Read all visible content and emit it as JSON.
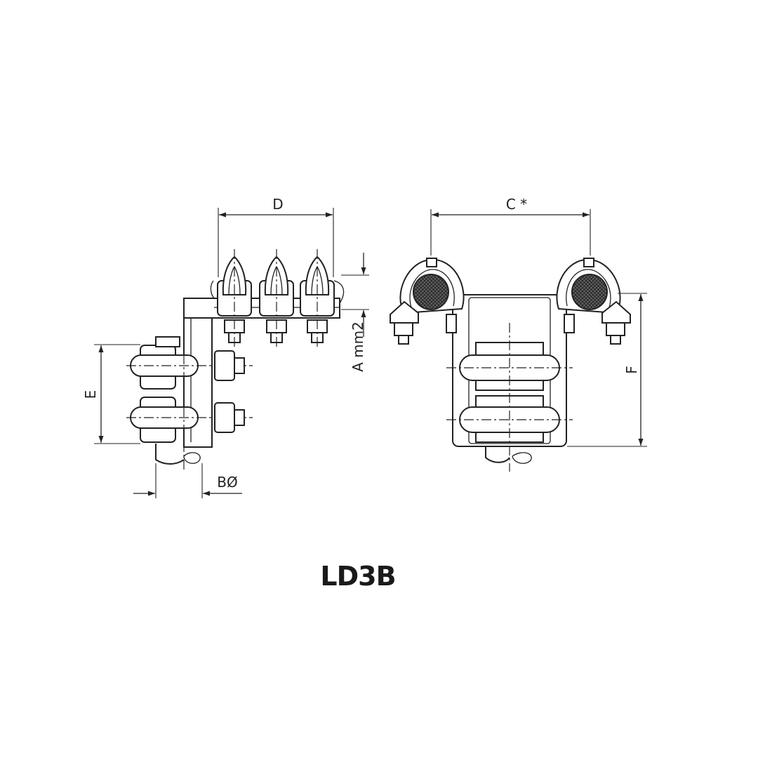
{
  "diagram": {
    "title": "LD3B",
    "labels": {
      "d": "D",
      "c": "C *",
      "a": "A mm2",
      "e": "E",
      "f": "F",
      "b": "BØ"
    }
  },
  "colors": {
    "line": "#222222",
    "background": "#ffffff",
    "conductor_fill": "#555555"
  }
}
